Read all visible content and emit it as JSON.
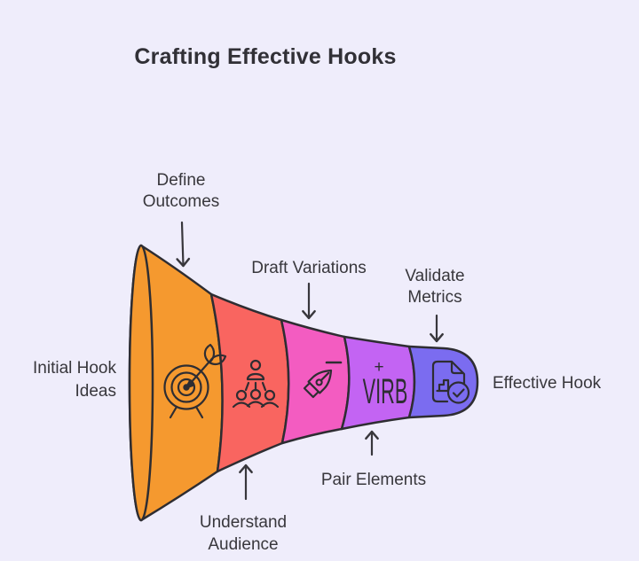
{
  "title": "Crafting Effective Hooks",
  "colors": {
    "background": "#EFEDFB",
    "outline": "#2E2D32",
    "label_text": "#38373C",
    "title_text": "#313036"
  },
  "funnel": {
    "type": "horizontal-funnel",
    "input_label": "Initial Hook Ideas",
    "output_label": "Effective Hook",
    "stages": [
      {
        "label": "Define Outcomes",
        "color": "#F5992F",
        "icon": "target-arrow-icon",
        "label_position": "top"
      },
      {
        "label": "Understand Audience",
        "color": "#F96560",
        "icon": "audience-icon",
        "label_position": "bottom"
      },
      {
        "label": "Draft Variations",
        "color": "#F35CC1",
        "icon": "pen-nib-icon",
        "label_position": "top"
      },
      {
        "label": "Pair Elements",
        "color": "#C364F3",
        "icon": "virb-letters-icon",
        "icon_text": "VIRB",
        "icon_plus": "+",
        "label_position": "bottom"
      },
      {
        "label": "Validate Metrics",
        "color": "#7B6CF0",
        "icon": "document-check-icon",
        "label_position": "top"
      }
    ]
  }
}
